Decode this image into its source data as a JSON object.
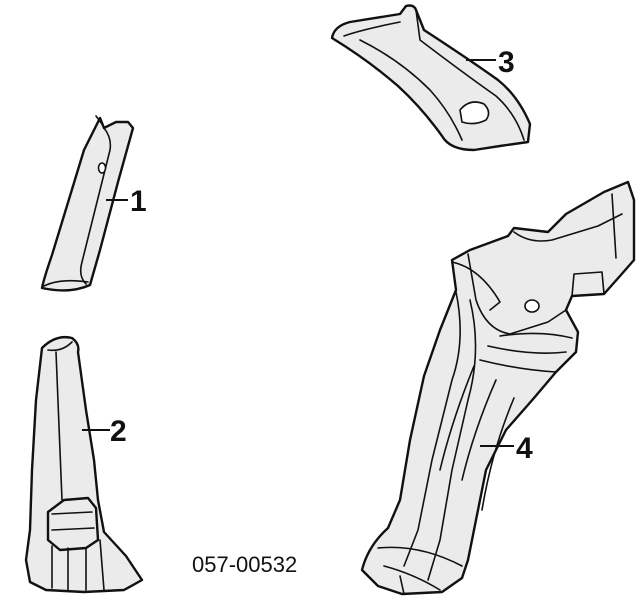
{
  "diagram": {
    "callouts": [
      {
        "label": "1"
      },
      {
        "label": "2"
      },
      {
        "label": "3"
      },
      {
        "label": "4"
      }
    ],
    "part_code": "057-00532"
  }
}
